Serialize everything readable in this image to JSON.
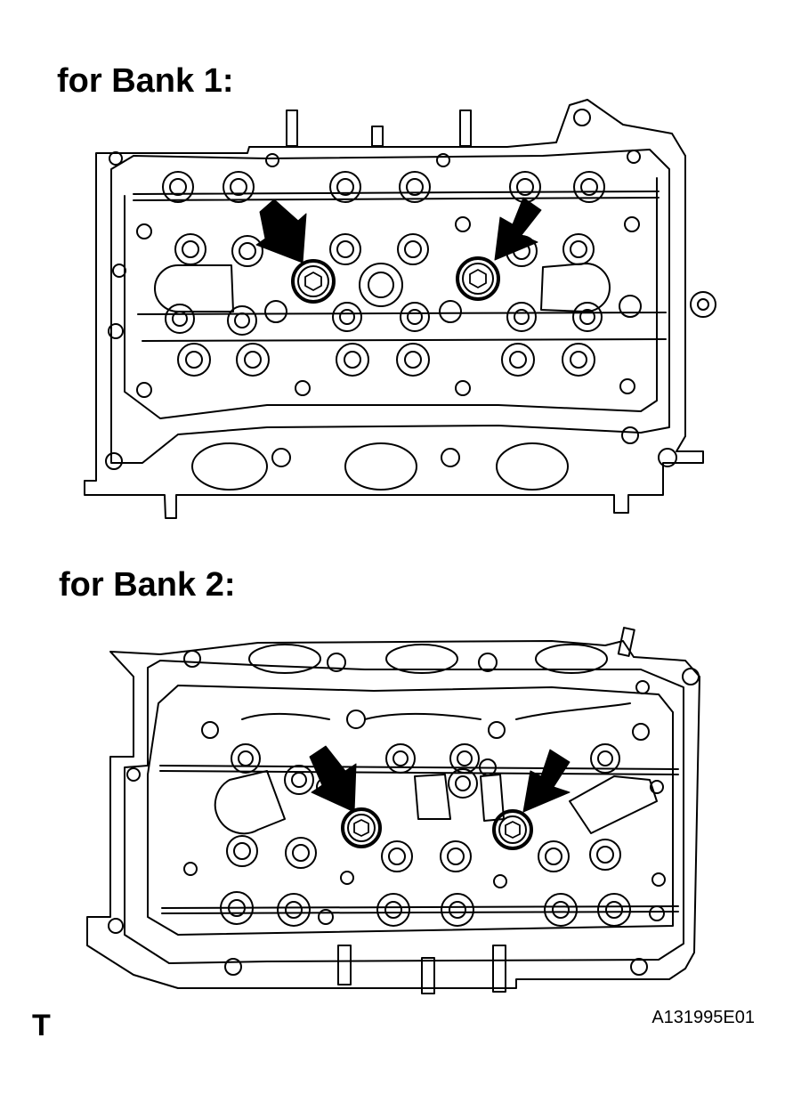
{
  "bank1": {
    "title": "for Bank 1:"
  },
  "bank2": {
    "title": "for Bank 2:"
  },
  "footer": {
    "mark": "T",
    "code": "A131995E01"
  }
}
